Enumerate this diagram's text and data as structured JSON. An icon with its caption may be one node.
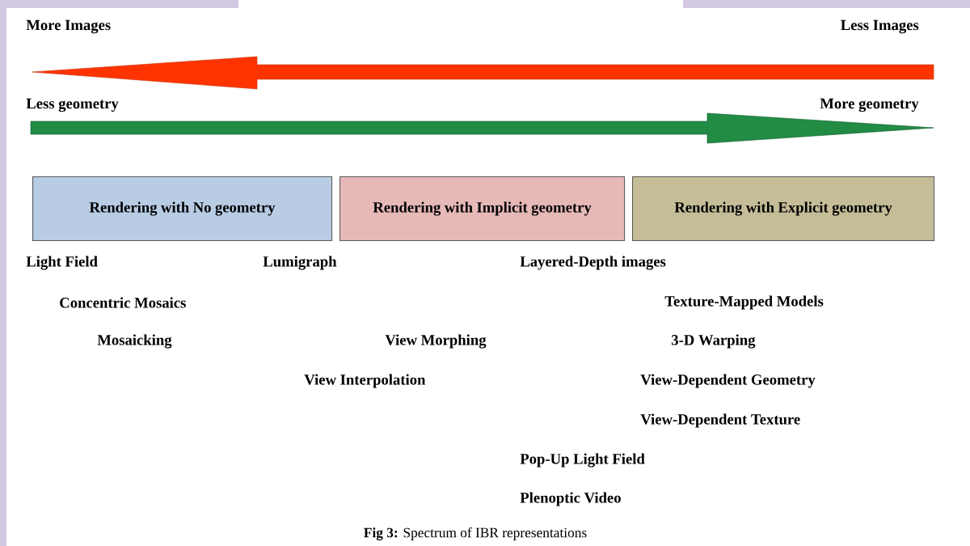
{
  "diagram": {
    "caption": "**Fig 3:** Spectrum of IBR representations",
    "nodes": [
      {
        "text": [
          "Rendering with No geometry"
        ]
      },
      {
        "text": [
          "Rendering with Implicit geometry"
        ]
      },
      {
        "text": [
          "Rendering with Explicit geometry"
        ]
      }
    ],
    "labels": [
      "More Images",
      "Less Images",
      "Less geometry",
      "More geometry",
      "Light Field",
      "Lumigraph",
      "Layered-Depth images",
      "Concentric Mosaics",
      "Texture-Mapped Models",
      "Mosaicking",
      "View Morphing",
      "3-D Warping",
      "View Interpolation",
      "View-Dependent Geometry",
      "View-Dependent Texture",
      "Pop-Up Light Field",
      "Plenoptic Video"
    ]
  }
}
